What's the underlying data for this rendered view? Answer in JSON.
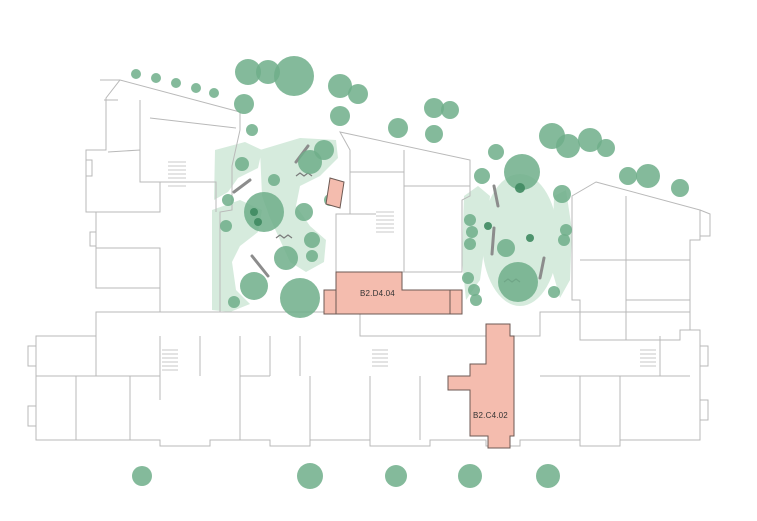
{
  "units": [
    {
      "id": "B2.D4.04",
      "label": "B2.D4.04",
      "fill": "#f4bcae"
    },
    {
      "id": "B2.C4.02",
      "label": "B2.C4.02",
      "fill": "#f4bcae"
    }
  ],
  "colors": {
    "courtyard": "#d6ebdd",
    "tree": "#6fae8a",
    "tree_dark": "#3f8a60",
    "building_outline": "#b9b9b9",
    "highlighted_unit": "#f4bcae"
  }
}
